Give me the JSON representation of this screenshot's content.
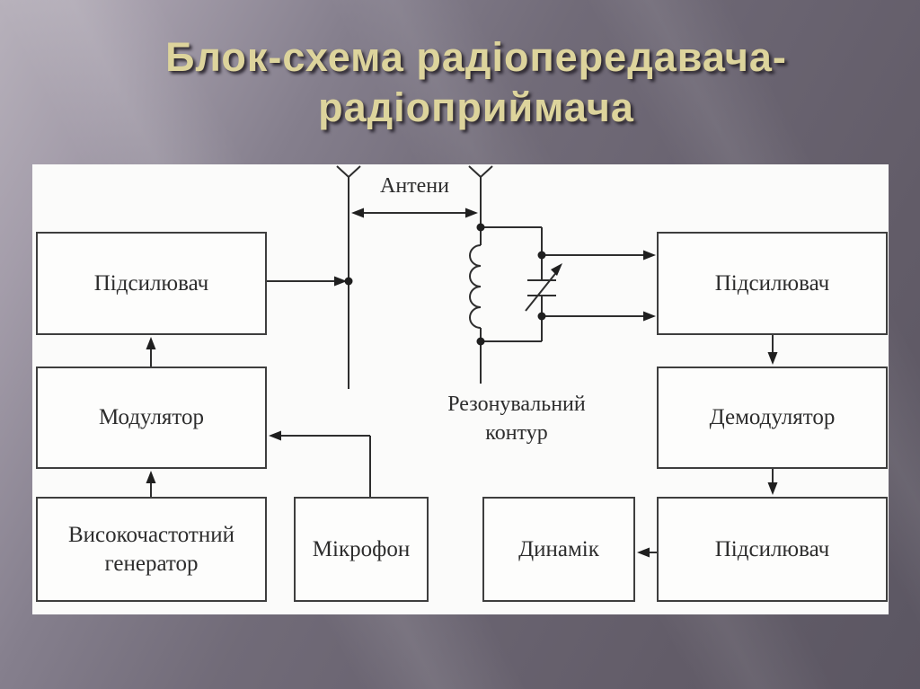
{
  "slide": {
    "title_line1": "Блок-схема радіопередавача-",
    "title_line2": "радіоприймача"
  },
  "diagram": {
    "antenna_label": "Антени",
    "resonant_label_line1": "Резонувальний",
    "resonant_label_line2": "контур",
    "blocks": {
      "amp_tx": "Підсилювач",
      "modulator": "Модулятор",
      "hf_generator": "Високочастотний генератор",
      "microphone": "Мікрофон",
      "amp_rx": "Підсилювач",
      "demodulator": "Демодулятор",
      "amp_af": "Підсилювач",
      "speaker": "Динамік"
    },
    "colors": {
      "title_text": "#ddd49c",
      "background_light": "#b7b1bb",
      "background_dark": "#5b5662",
      "panel_background": "#fbfbfa",
      "line_color": "#2e2e2e",
      "box_border": "#3e3e3e",
      "box_text": "#2d2d2d"
    }
  }
}
